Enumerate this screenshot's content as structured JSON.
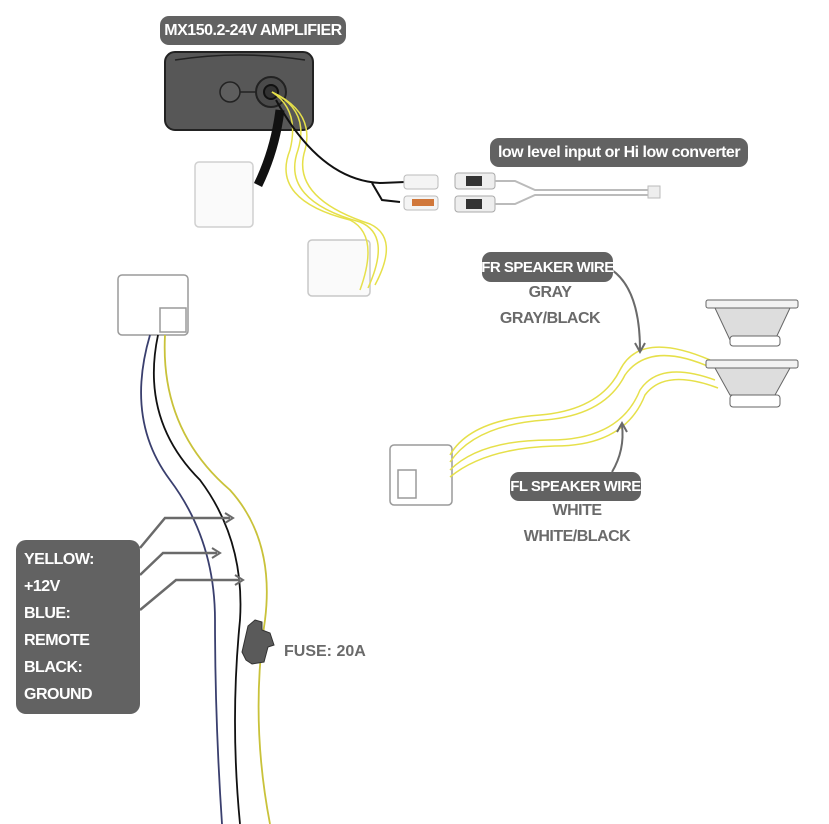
{
  "amplifier": {
    "label": "MX150.2-24V AMPLIFIER"
  },
  "input": {
    "label": "low level input or Hi low converter"
  },
  "fr_speaker": {
    "label": "FR SPEAKER WIRE",
    "wires": [
      "GRAY",
      "GRAY/BLACK"
    ]
  },
  "fl_speaker": {
    "label": "FL SPEAKER WIRE",
    "wires": [
      "WHITE",
      "WHITE/BLACK"
    ]
  },
  "power": {
    "lines": [
      "YELLOW: +12V",
      "BLUE: REMOTE",
      "BLACK: GROUND"
    ]
  },
  "fuse": {
    "label": "FUSE: 20A"
  },
  "colors": {
    "label_bg": "#626262",
    "yellow_wire": "#e6e04a",
    "blue_wire": "#3a3f6e",
    "black_wire": "#111111"
  }
}
